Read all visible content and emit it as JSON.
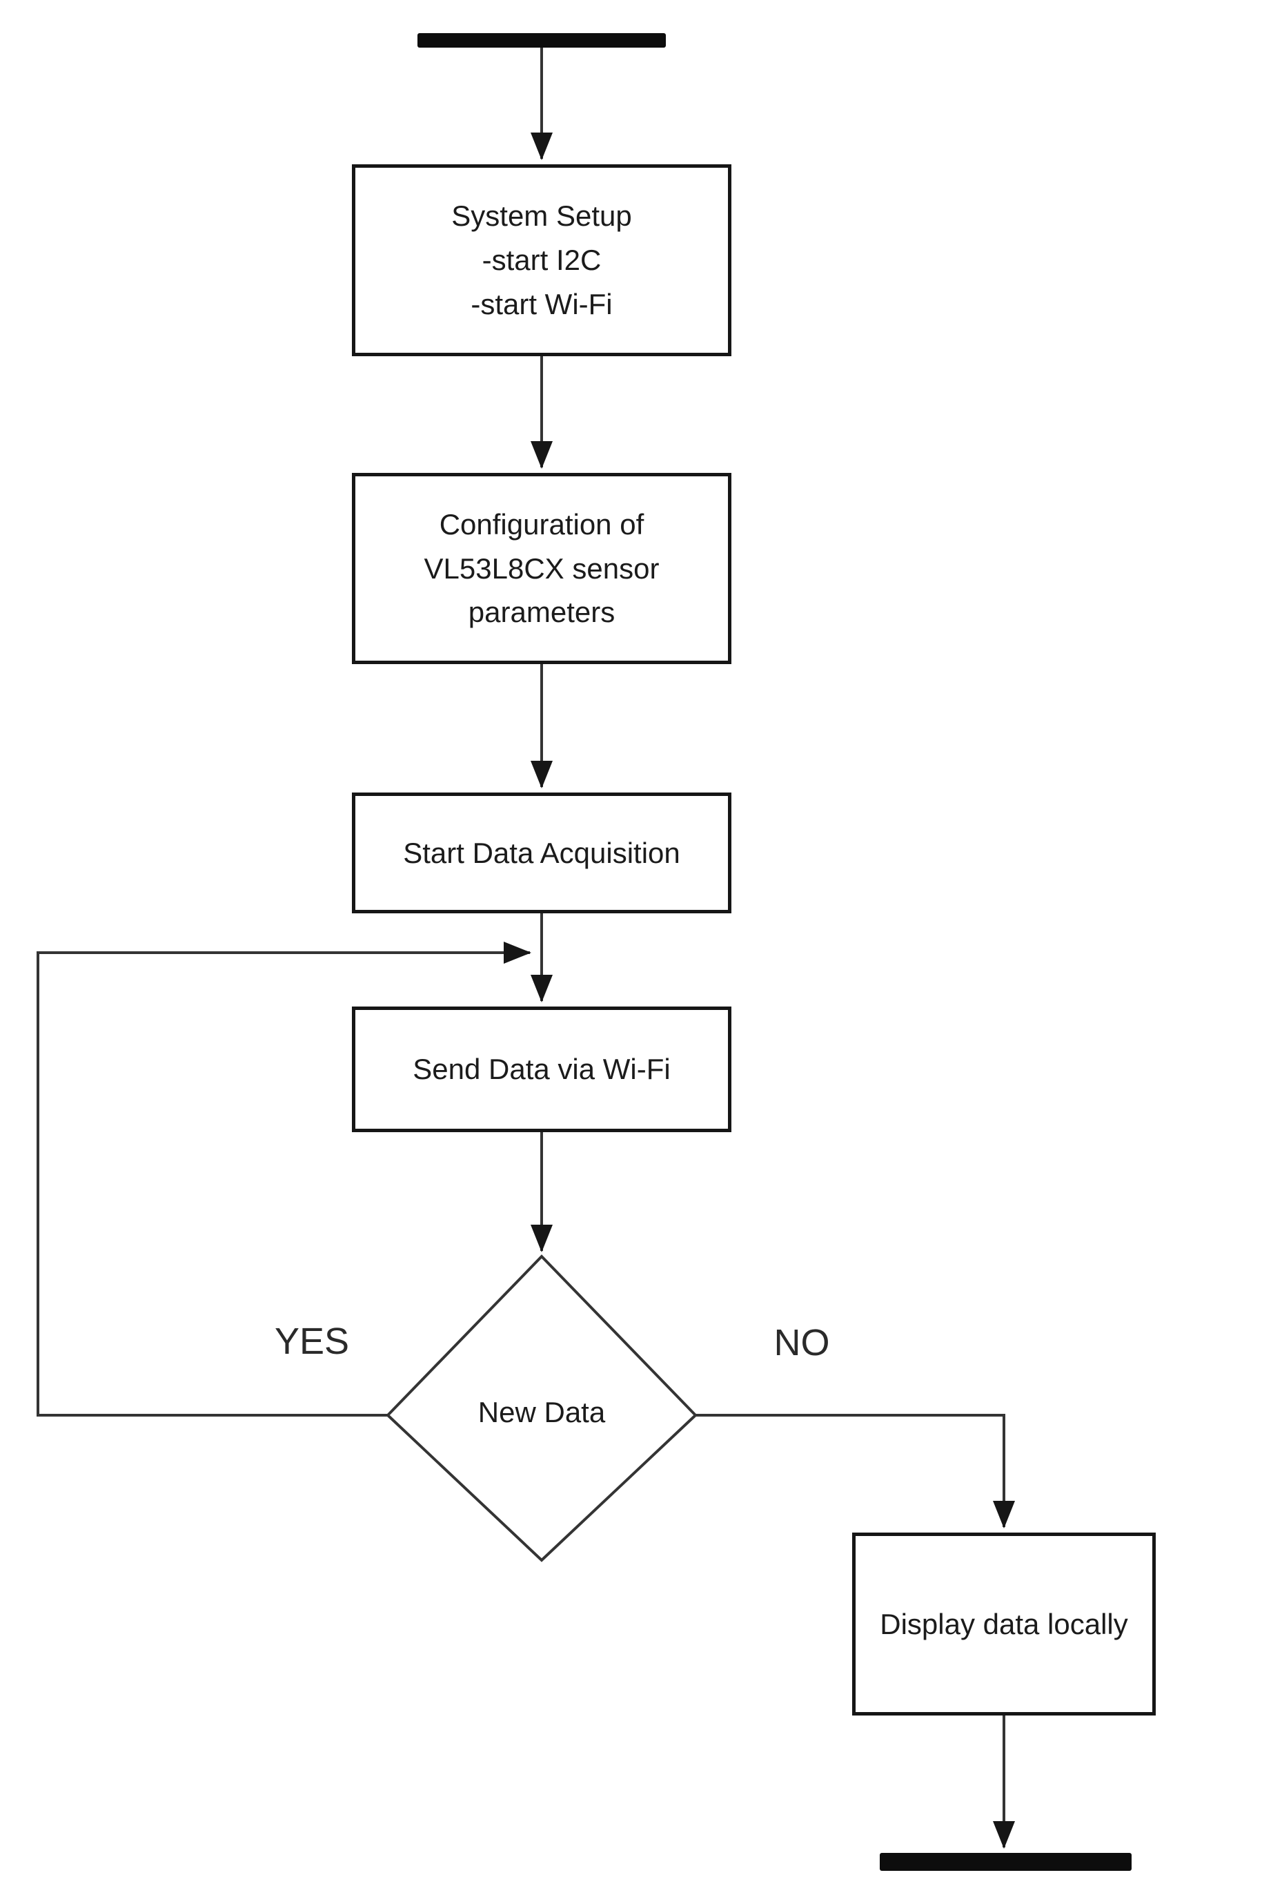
{
  "diagram": {
    "colors": {
      "background": "#ffffff",
      "line_stroke": "#343434",
      "node_border": "#161616",
      "terminal_fill": "#0d0d0d",
      "text": "#1b1b1b"
    },
    "nodes": {
      "system_setup": {
        "lines": [
          "System Setup",
          "-start I2C",
          "-start Wi-Fi"
        ]
      },
      "sensor_config": {
        "lines": [
          "Configuration of",
          "VL53L8CX sensor",
          "parameters"
        ]
      },
      "start_acquisition": {
        "label": "Start Data Acquisition"
      },
      "send_data": {
        "label": "Send Data via Wi-Fi"
      },
      "new_data_decision": {
        "label": "New Data"
      },
      "display_locally": {
        "label": "Display data locally"
      }
    },
    "edge_labels": {
      "yes": "YES",
      "no": "NO"
    }
  }
}
